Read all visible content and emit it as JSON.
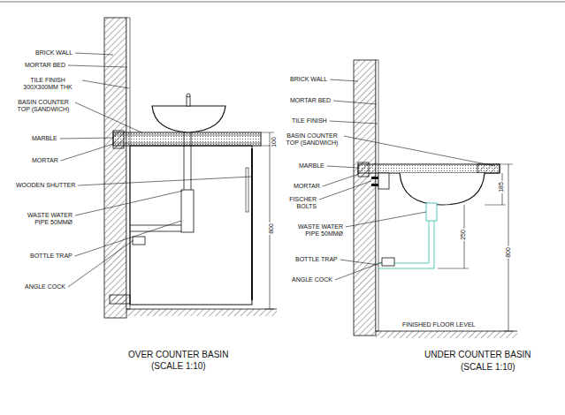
{
  "diagram": {
    "labels": [
      "BRICK WALL",
      "MORTAR BED",
      "TILE FINISH 300X300MM THK",
      "BASIN COUNTER TOP (SANDWICH)",
      "MARBLE",
      "MORTAR",
      "WOODEN SHUTTER",
      "WASTE WATER PIPE 50MMØ",
      "BOTTLE TRAP",
      "ANGLE COCK",
      "100",
      "800",
      "OVER COUNTER BASIN",
      "(SCALE 1:10)",
      "BRICK WALL",
      "MORTAR BED",
      "TILE FINISH",
      "BASIN COUNTER TOP (SANDWICH)",
      "MARBLE",
      "MORTAR",
      "FISCHER BOLTS",
      "WASTE WATER PIPE 50MMØ",
      "BOTTLE TRAP",
      "ANGLE COCK",
      "FINISHED FLOOR LEVEL",
      "185",
      "250",
      "800",
      "UNDER COUNTER BASIN",
      "(SCALE 1:10)"
    ]
  }
}
